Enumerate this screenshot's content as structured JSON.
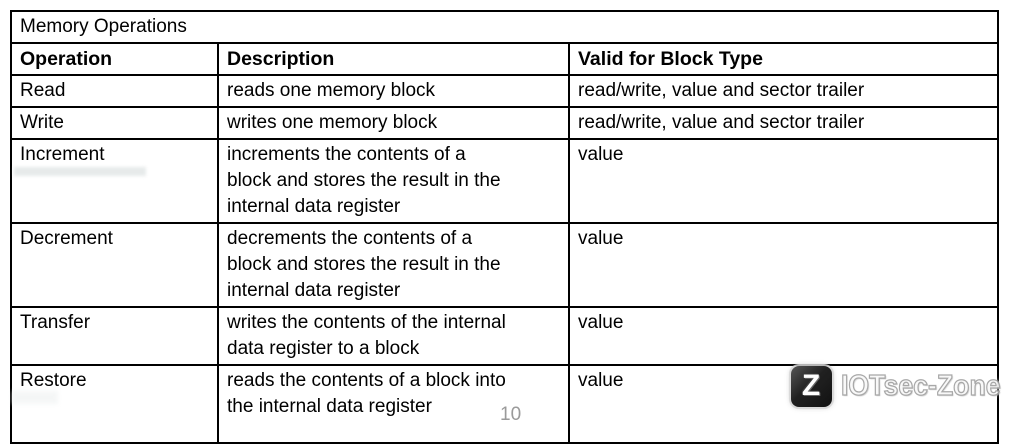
{
  "page": {
    "background_color": "#ffffff",
    "border_color": "#000000"
  },
  "table": {
    "title": "Memory Operations",
    "columns": [
      "Operation",
      "Description",
      "Valid for Block Type"
    ],
    "rows": [
      {
        "operation": "Read",
        "description_lines": [
          "reads one memory block"
        ],
        "valid": "read/write, value and sector trailer"
      },
      {
        "operation": "Write",
        "description_lines": [
          "writes one memory block"
        ],
        "valid": "read/write, value and sector trailer"
      },
      {
        "operation": "Increment",
        "description_lines": [
          "increments the contents of a",
          "block and stores the result in the",
          "internal data register"
        ],
        "valid": "value"
      },
      {
        "operation": "Decrement",
        "description_lines": [
          "decrements the contents of a",
          "block and stores the result in the",
          "internal data register"
        ],
        "valid": "value"
      },
      {
        "operation": "Transfer",
        "description_lines": [
          "writes the contents of the internal",
          "data register to a block"
        ],
        "valid": "value"
      },
      {
        "operation": "Restore",
        "description_lines": [
          "reads the contents of a block into",
          "the internal data register"
        ],
        "valid": "value"
      }
    ]
  },
  "footer": {
    "page_number": "10"
  },
  "watermark": {
    "logo_letter": "Z",
    "brand": "IOTsec-Zone",
    "text_color": "#c8c8c8",
    "logo_background": "#141414"
  }
}
